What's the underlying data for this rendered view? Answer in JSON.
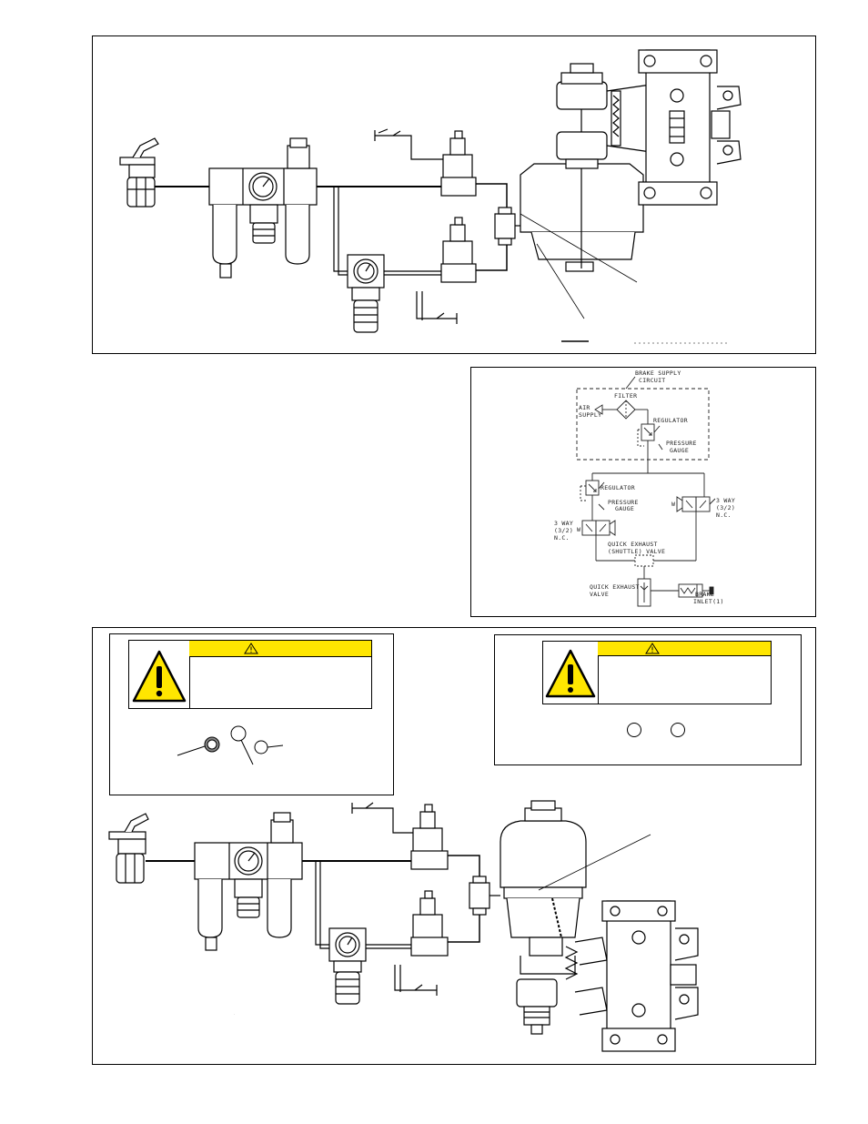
{
  "schematic": {
    "labels": {
      "brake_supply_circuit": [
        "BRAKE SUPPLY",
        "CIRCUIT"
      ],
      "filter": "FILTER",
      "air_supply": [
        "AIR",
        "SUPPLY"
      ],
      "regulator_top": "REGULATOR",
      "pressure_gauge_top": [
        "PRESSURE",
        "GAUGE"
      ],
      "regulator_left": "REGULATOR",
      "pressure_gauge_left": [
        "PRESSURE",
        "GAUGE"
      ],
      "three_way_left": [
        "3 WAY",
        "(3/2)",
        "N.C."
      ],
      "three_way_right": [
        "3 WAY",
        "(3/2)",
        "N.C."
      ],
      "valve_w_left": "W",
      "valve_w_right": "W",
      "quick_exhaust_shuttle": [
        "QUICK EXHAUST",
        "(SHUTTLE) VALVE"
      ],
      "quick_exhaust_valve": [
        "QUICK EXHAUST",
        "VALVE"
      ],
      "brake_inlet": [
        "BRAKE",
        "INLET(1)"
      ]
    }
  },
  "colors": {
    "warning_yellow": "#ffe600",
    "line": "#000000"
  },
  "icons": {
    "warning": "exclamation-triangle-icon",
    "header_warning": "small-warning-triangle-icon"
  }
}
